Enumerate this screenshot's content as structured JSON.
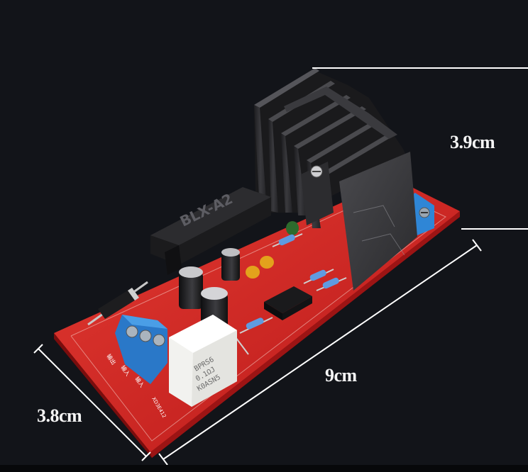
{
  "dimensions": {
    "height_label": "3.9cm",
    "length_label": "9cm",
    "width_label": "3.8cm"
  },
  "board": {
    "fuse_holder_text": "BLX-A2",
    "capacitor_text_line1": "BPRS6",
    "capacitor_text_line2": "0.1ΩJ",
    "capacitor_text_line3": "K0ASN5",
    "terminal_labels": [
      "输出",
      "输入",
      "输入"
    ],
    "pcb_marking": "XD3E412"
  },
  "colors": {
    "background": "#121419",
    "pcb": "#d82626",
    "heatsink": "#2b2b2e",
    "terminal": "#2f86d6",
    "label_text": "#f4f4f4"
  }
}
